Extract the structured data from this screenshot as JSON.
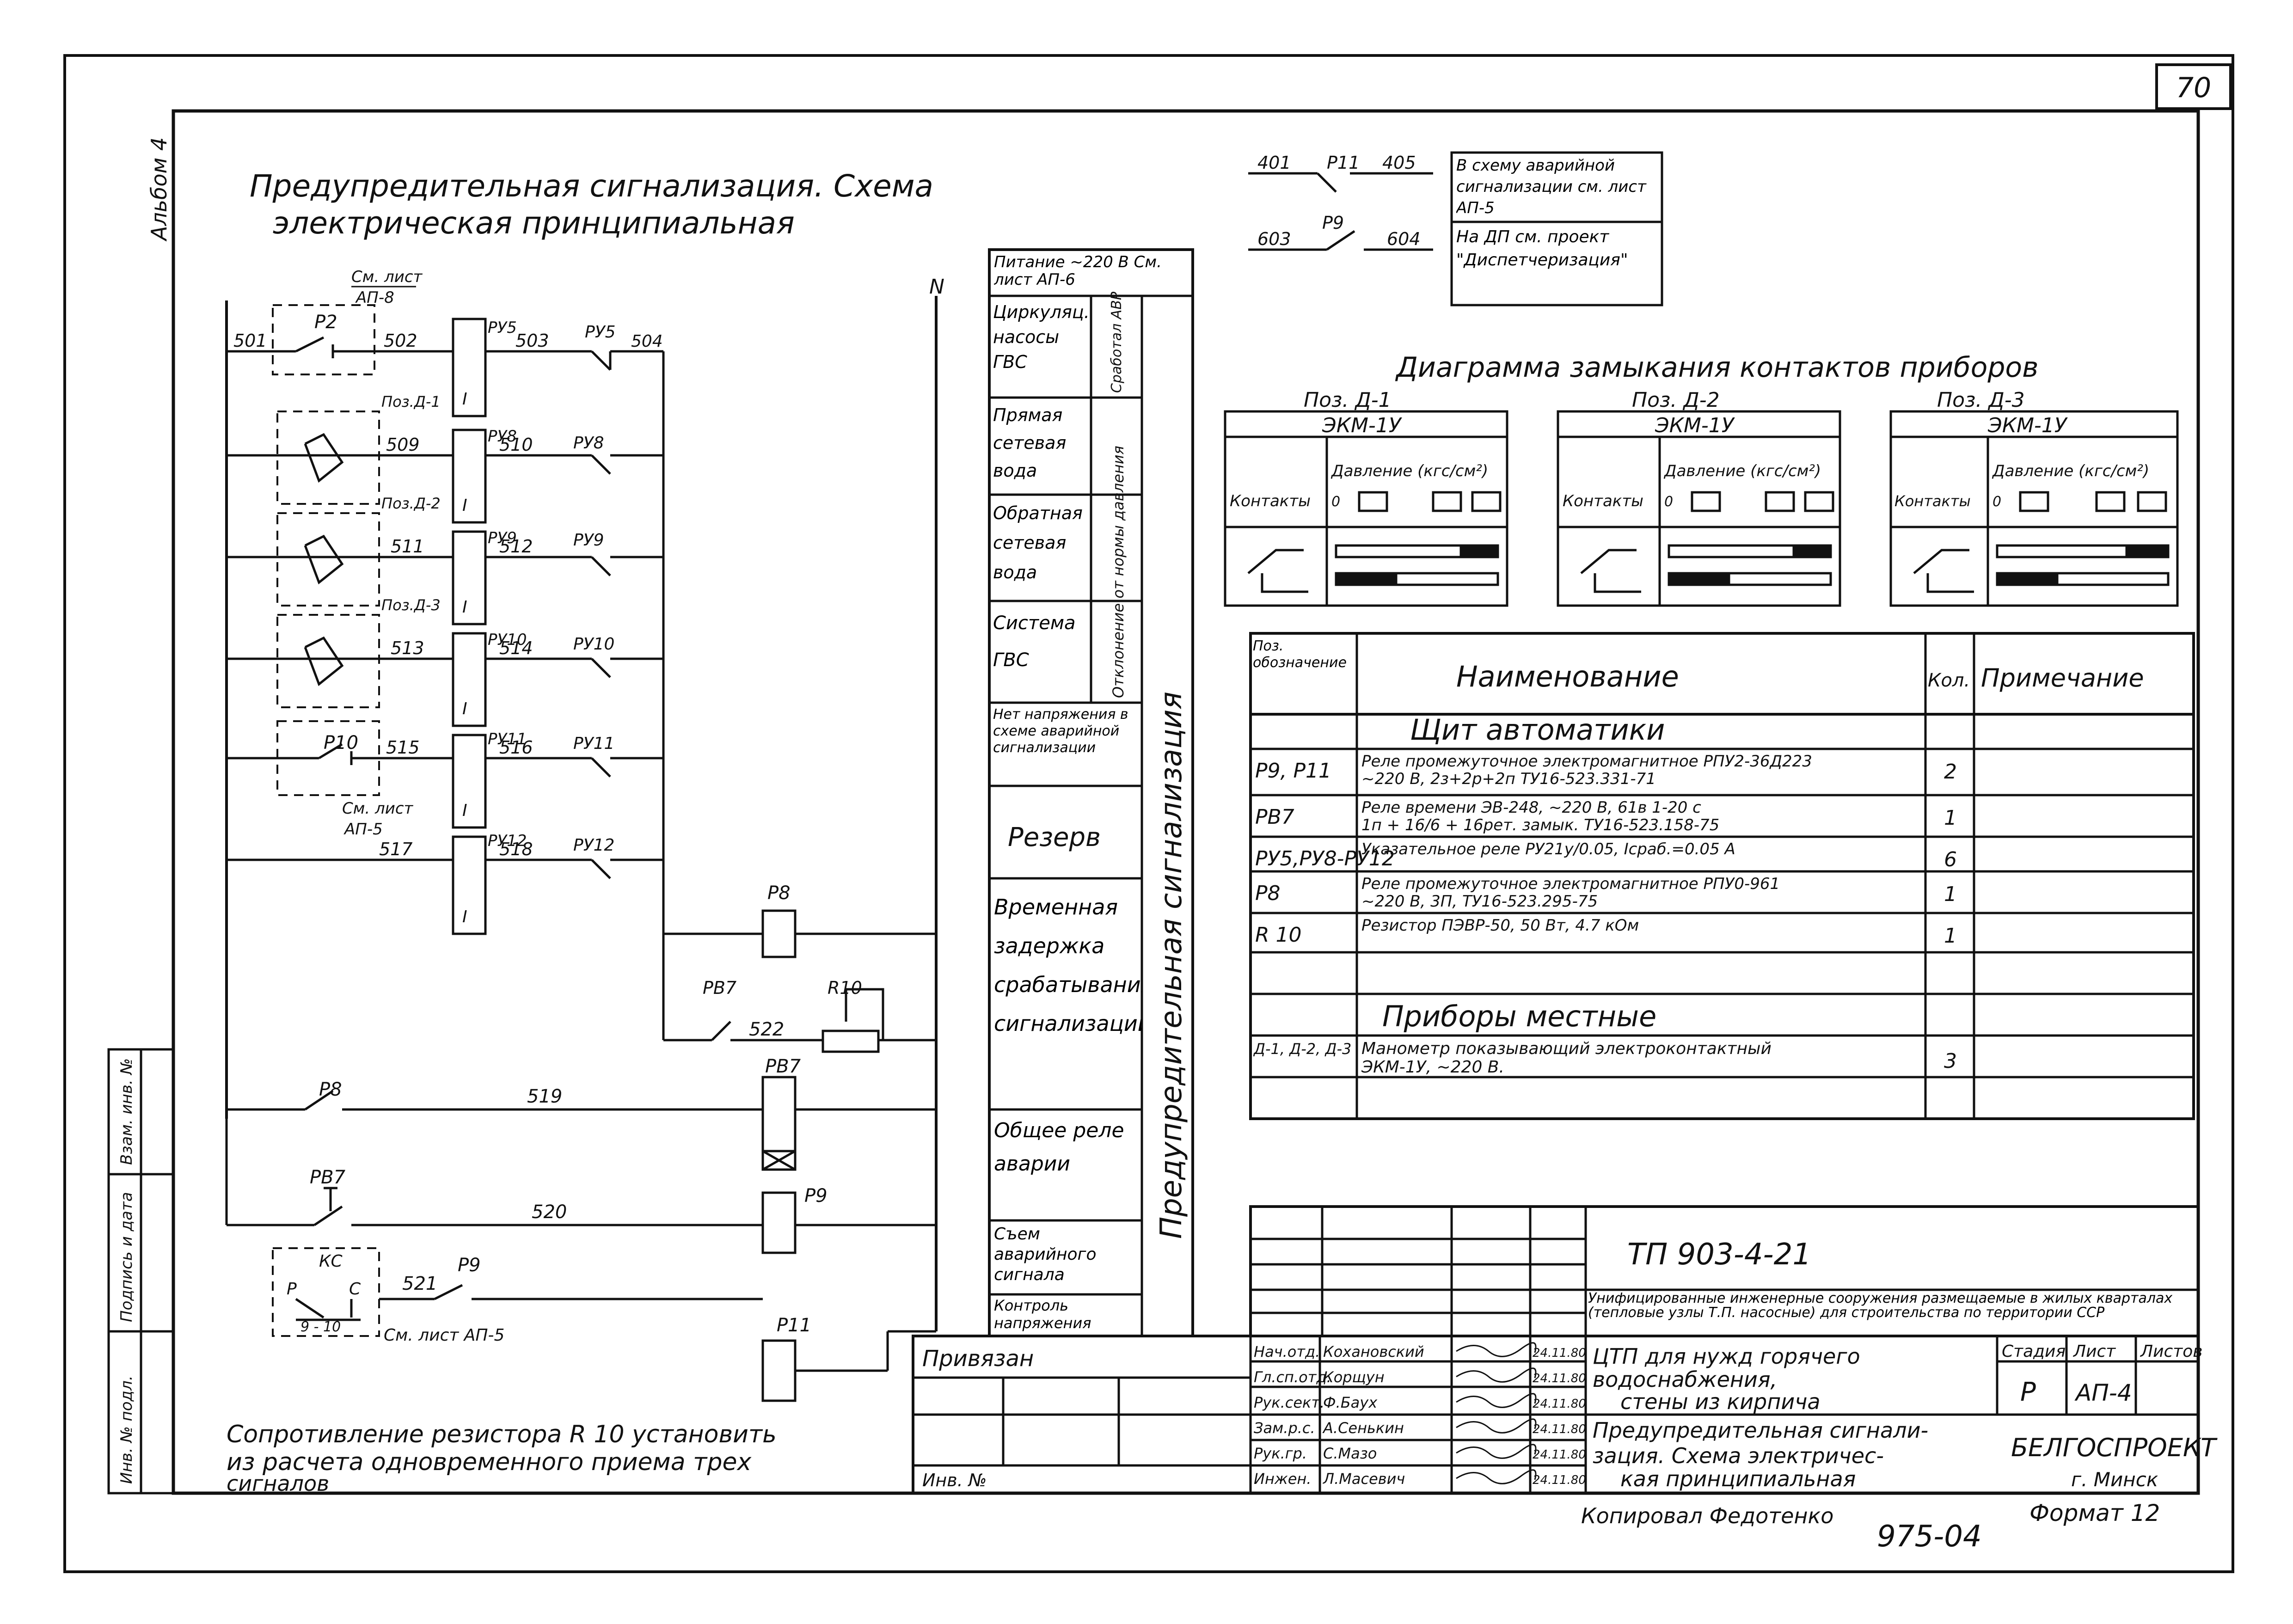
{
  "sheet": {
    "page_number": "70",
    "album": "Альбом 4",
    "title_line1": "Предупредительная сигнализация. Схема",
    "title_line2": "электрическая принципиальная",
    "note_line1": "Сопротивление резистора R 10 установить",
    "note_line2": "из расчета одновременного приема трех",
    "note_line3": "сигналов",
    "copied_by": "Копировал Федотенко",
    "format_label": "Формат 12",
    "inv_number": "975-04"
  },
  "schematic": {
    "neutral": "N",
    "wires": [
      "501",
      "502",
      "503",
      "504",
      "509",
      "510",
      "511",
      "512",
      "513",
      "514",
      "515",
      "516",
      "517",
      "518",
      "519",
      "520",
      "521",
      "522"
    ],
    "relays": {
      "p2": "P2",
      "ry5": "РУ5",
      "ry8": "РУ8",
      "ry9": "РУ9",
      "ry10": "РУ10",
      "ry11": "РУ11",
      "ry12": "РУ12",
      "p10": "P10",
      "p8": "P8",
      "pb7": "PB7",
      "r10": "R10",
      "p9": "P9",
      "p11": "P11",
      "kc": "КС",
      "kc_p": "P",
      "kc_c": "C",
      "kc_contacts": "9 - 10",
      "coil_mark": "I"
    },
    "refs": {
      "sheet_ap8_a": "См. лист",
      "sheet_ap8_b": "АП-8",
      "poz_d1": "Поз.Д-1",
      "poz_d2": "Поз.Д-2",
      "poz_d3": "Поз.Д-3",
      "sheet_ap5_a": "См. лист",
      "sheet_ap5_b": "АП-5",
      "sheet_ap5_c": "См. лист АП-5"
    }
  },
  "function_column": {
    "power": "Питание ~220 В См. лист АП-6",
    "pumps": "Циркуляц. насосы ГВС",
    "pumps_side": "Сработал АВР",
    "direct_water": "Прямая сетевая вода",
    "return_water": "Обратная сетевая вода",
    "system": "Система ГВС",
    "pressure_side": "Отклонение от нормы давления",
    "no_voltage": "Нет напряжения в схеме аварийной сигнализации",
    "reserve": "Резерв",
    "delay": "Временная задержка срабатывания сигнализации",
    "common_relay": "Общее реле аварии",
    "reset": "Съем аварийного сигнала",
    "control": "Контроль напряжения",
    "vertical_title": "Предупредительная сигнализация"
  },
  "top_right": {
    "w401": "401",
    "p11": "P11",
    "w405": "405",
    "w603": "603",
    "p9": "P9",
    "w604": "604",
    "box1": "В схему аварийной сигнализации см. лист АП-5",
    "box2": "На ДП см. проект \"Диспетчеризация\""
  },
  "contact_diagram": {
    "title": "Диаграмма замыкания контактов приборов",
    "panels": [
      {
        "poz": "Поз. Д-1",
        "device": "ЭКМ-1У",
        "contacts": "Контакты",
        "pressure": "Давление (кгс/см²)",
        "zero": "0"
      },
      {
        "poz": "Поз. Д-2",
        "device": "ЭКМ-1У",
        "contacts": "Контакты",
        "pressure": "Давление (кгс/см²)",
        "zero": "0"
      },
      {
        "poz": "Поз. Д-3",
        "device": "ЭКМ-1У",
        "contacts": "Контакты",
        "pressure": "Давление (кгс/см²)",
        "zero": "0"
      }
    ]
  },
  "spec_table": {
    "headers": {
      "poz": "Поз. обозначение",
      "name": "Наименование",
      "qty": "Кол.",
      "note": "Примечание"
    },
    "section1": "Щит автоматики",
    "rows1": [
      {
        "poz": "P9, P11",
        "name1": "Реле промежуточное электромагнитное РПУ2-36Д223",
        "name2": "~220 В, 2з+2р+2п ТУ16-523.331-71",
        "qty": "2"
      },
      {
        "poz": "PB7",
        "name1": "Реле времени ЭВ-248, ~220 В, 61в 1-20 с",
        "name2": "1п + 16/6 + 16рет. замык. ТУ16-523.158-75",
        "qty": "1"
      },
      {
        "poz": "РУ5,РУ8-РУ12",
        "name1": "Указательное реле РУ21у/0.05, Iсраб.=0.05 А",
        "name2": "",
        "qty": "6"
      },
      {
        "poz": "P8",
        "name1": "Реле промежуточное электромагнитное РПУ0-961",
        "name2": "~220 В, 3П, ТУ16-523.295-75",
        "qty": "1"
      },
      {
        "poz": "R 10",
        "name1": "Резистор ПЭВР-50, 50 Вт, 4.7 кОм",
        "name2": "",
        "qty": "1"
      }
    ],
    "section2": "Приборы местные",
    "rows2": [
      {
        "poz": "Д-1, Д-2, Д-3",
        "name1": "Манометр показывающий электроконтактный",
        "name2": "ЭКМ-1У, ~220 В.",
        "qty": "3"
      }
    ]
  },
  "stamp": {
    "project": "ТП 903-4-21",
    "description": "Унифицированные инженерные сооружения размещаемые в жилых кварталах (тепловые узлы Т.П. насосные) для строительства по территории ССР",
    "bound": "Привязан",
    "inv": "Инв. №",
    "roles": [
      {
        "role": "Нач.отд.",
        "name": "Кохановский",
        "date": "24.11.80"
      },
      {
        "role": "Гл.сп.отд.",
        "name": "Корщун",
        "date": "24.11.80"
      },
      {
        "role": "Рук.сект.",
        "name": "Ф.Баух",
        "date": "24.11.80"
      },
      {
        "role": "Зам.р.с.",
        "name": "А.Сенькин",
        "date": "24.11.80"
      },
      {
        "role": "Рук.гр.",
        "name": "С.Мазо",
        "date": "24.11.80"
      },
      {
        "role": "Инжен.",
        "name": "Л.Масевич",
        "date": "24.11.80"
      }
    ],
    "object1": "ЦТП для нужд горячего",
    "object2": "водоснабжения,",
    "object3": "стены из кирпича",
    "sheet_title1": "Предупредительная сигнали-",
    "sheet_title2": "зация. Схема электричес-",
    "sheet_title3": "кая принципиальная",
    "stage_h": "Стадия",
    "sheet_h": "Лист",
    "sheets_h": "Листов",
    "stage": "Р",
    "sheet": "АП-4",
    "org": "БЕЛГОСПРОЕКТ",
    "city": "г. Минск"
  },
  "left_strip": {
    "vzam": "Взам. инв. №",
    "podp": "Подпись и дата",
    "inv": "Инв. № подл."
  }
}
